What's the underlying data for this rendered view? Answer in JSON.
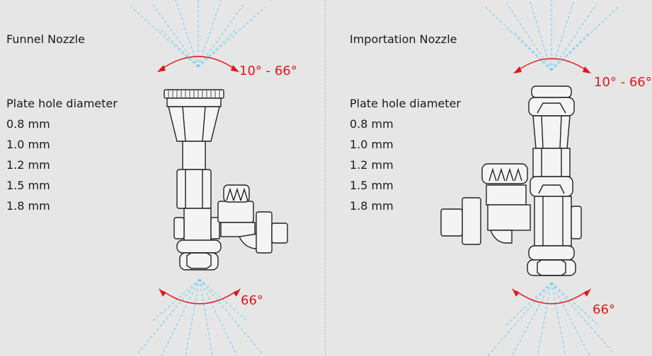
{
  "colors": {
    "background": "#e6e6e6",
    "spray": "#7fd0ee",
    "angle_accent": "#e0161b",
    "outline": "#222222",
    "divider": "#b8b8b8"
  },
  "left": {
    "title": "Funnel Nozzle",
    "spec_title": "Plate hole diameter",
    "sizes": [
      "0.8 mm",
      "1.0 mm",
      "1.2 mm",
      "1.5 mm",
      "1.8 mm"
    ],
    "angle_top": "10° - 66°",
    "angle_bottom": "66°"
  },
  "right": {
    "title": "Importation Nozzle",
    "spec_title": "Plate hole diameter",
    "sizes": [
      "0.8 mm",
      "1.0 mm",
      "1.2 mm",
      "1.5 mm",
      "1.8 mm"
    ],
    "angle_top": "10° - 66°",
    "angle_bottom": "66°"
  }
}
